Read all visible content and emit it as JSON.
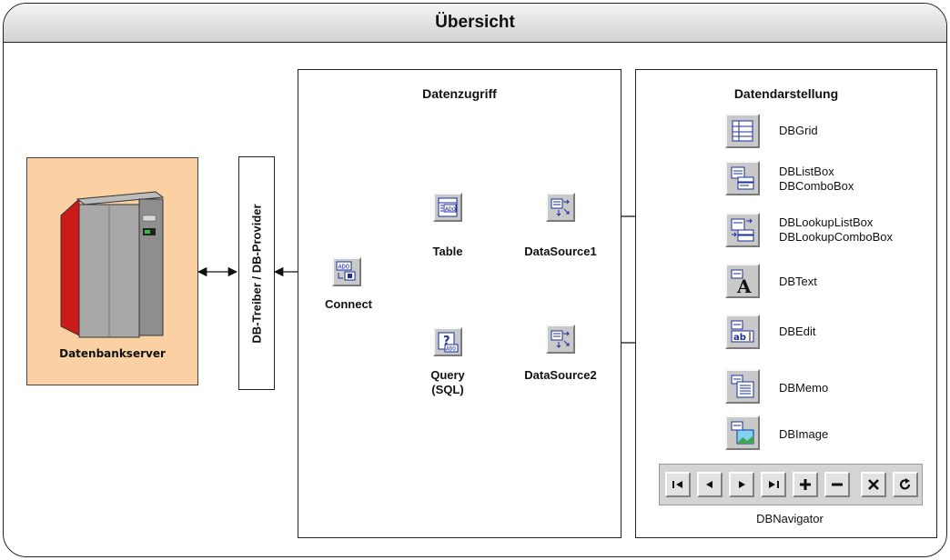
{
  "title": "Übersicht",
  "server": {
    "label": "Datenbankserver"
  },
  "driver": {
    "label": "DB-Treiber / DB-Provider"
  },
  "access": {
    "title": "Datenzugriff",
    "connect": "Connect",
    "table": "Table",
    "query_line1": "Query",
    "query_line2": "(SQL)",
    "datasource1": "DataSource1",
    "datasource2": "DataSource2"
  },
  "display": {
    "title": "Datendarstellung",
    "items": [
      {
        "label": "DBGrid",
        "label2": ""
      },
      {
        "label": "DBListBox",
        "label2": "DBComboBox"
      },
      {
        "label": "DBLookupListBox",
        "label2": "DBLookupComboBox"
      },
      {
        "label": "DBText",
        "label2": ""
      },
      {
        "label": "DBEdit",
        "label2": ""
      },
      {
        "label": "DBMemo",
        "label2": ""
      },
      {
        "label": "DBImage",
        "label2": ""
      }
    ],
    "navigator_label": "DBNavigator",
    "navigator_buttons": [
      "first-icon",
      "prior-icon",
      "next-icon",
      "last-icon",
      "insert-icon",
      "delete-icon",
      "cancel-icon",
      "refresh-icon"
    ]
  },
  "colors": {
    "server_bg": "#fbd1a4",
    "server_red": "#cc1a1a",
    "icon_face": "#c9c9c9"
  }
}
